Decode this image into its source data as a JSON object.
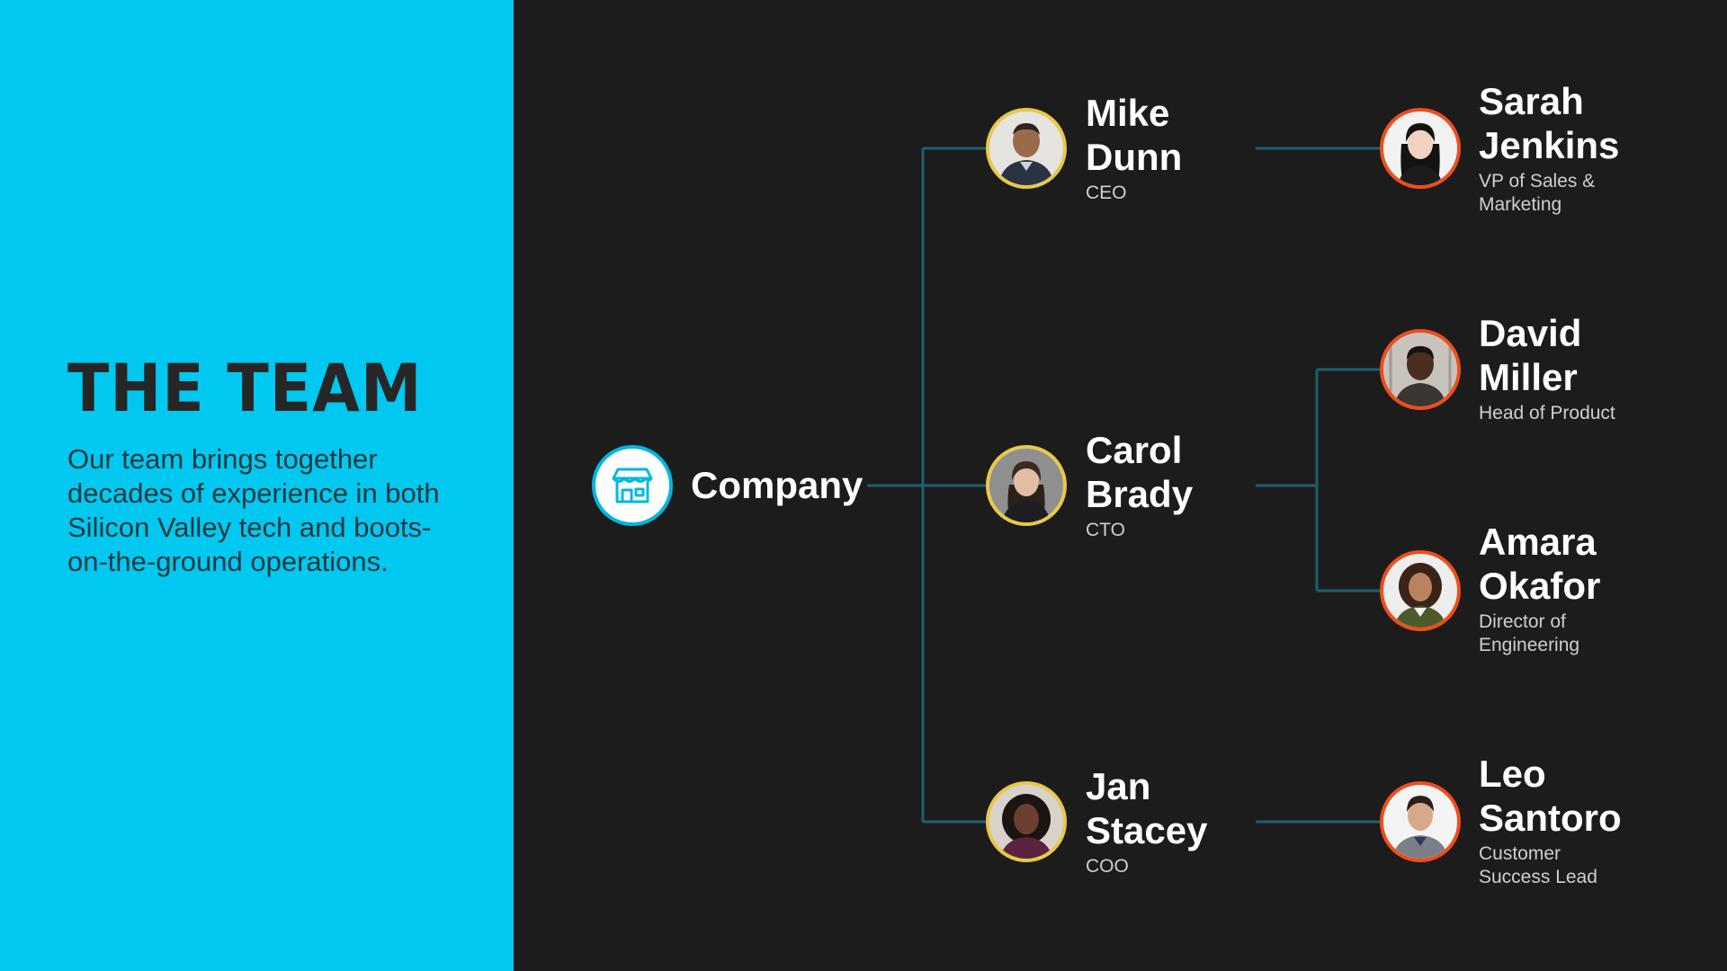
{
  "intro": {
    "title": "THE TEAM",
    "description": "Our team brings together decades of experience in both Silicon Valley tech and boots-on-the-ground operations."
  },
  "root": {
    "label": "Company",
    "icon": "building-icon"
  },
  "colors": {
    "panel": "#00c8f0",
    "background": "#1c1c1c",
    "connector": "#1f5f70",
    "exec_ring": "#e8c84a",
    "report_ring": "#ee4e1c"
  },
  "executives": [
    {
      "first": "Mike",
      "last": "Dunn",
      "role": "CEO"
    },
    {
      "first": "Carol",
      "last": "Brady",
      "role": "CTO"
    },
    {
      "first": "Jan",
      "last": "Stacey",
      "role": "COO"
    }
  ],
  "reports": [
    {
      "first": "Sarah",
      "last": "Jenkins",
      "role_line1": "VP of Sales &",
      "role_line2": "Marketing"
    },
    {
      "first": "David",
      "last": "Miller",
      "role_line1": "Head of Product",
      "role_line2": ""
    },
    {
      "first": "Amara",
      "last": "Okafor",
      "role_line1": "Director of",
      "role_line2": "Engineering"
    },
    {
      "first": "Leo",
      "last": "Santoro",
      "role_line1": "Customer",
      "role_line2": "Success Lead"
    }
  ]
}
